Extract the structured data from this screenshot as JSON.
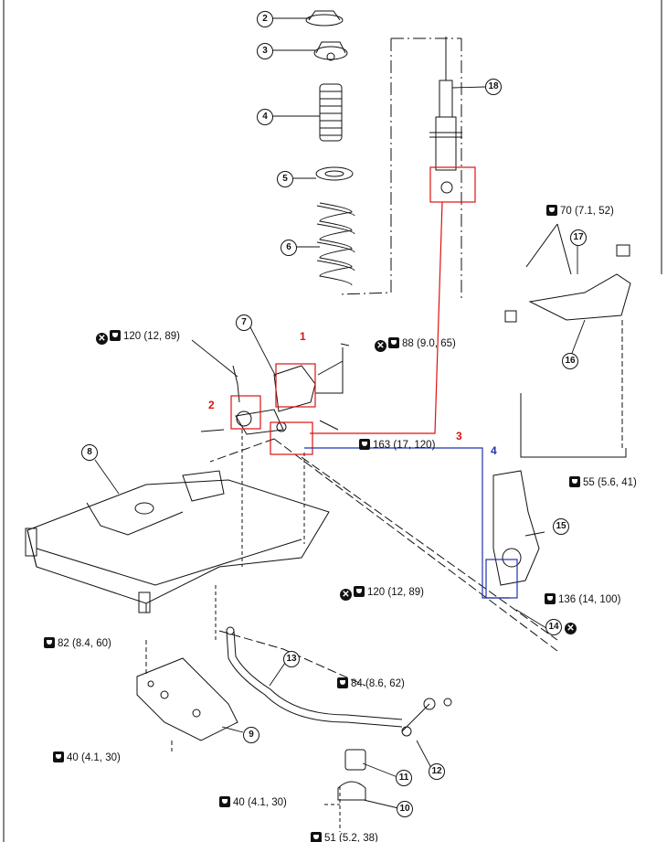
{
  "callouts": [
    "2",
    "3",
    "4",
    "5",
    "6",
    "7",
    "8",
    "9",
    "10",
    "11",
    "12",
    "13",
    "14",
    "15",
    "16",
    "17",
    "18"
  ],
  "torques": {
    "t70": "70 (7.1, 52)",
    "t120a": "120 (12, 89)",
    "t88": "88 (9.0, 65)",
    "t163": "163 (17, 120)",
    "t55": "55 (5.6, 41)",
    "t120b": "120 (12, 89)",
    "t136": "136 (14, 100)",
    "t82": "82 (8.4, 60)",
    "t84": "84 (8.6, 62)",
    "t40a": "40 (4.1, 30)",
    "t40b": "40 (4.1, 30)",
    "t51": "51 (5.2, 38)"
  },
  "markers": {
    "m1": "1",
    "m2": "2",
    "m3": "3",
    "m4": "4"
  },
  "icons": {
    "torque": "torque-wrench-icon",
    "nonreuse": "do-not-reuse-icon"
  },
  "colors": {
    "marker_red": "#d11",
    "marker_blue": "#2233aa",
    "line": "#111"
  }
}
